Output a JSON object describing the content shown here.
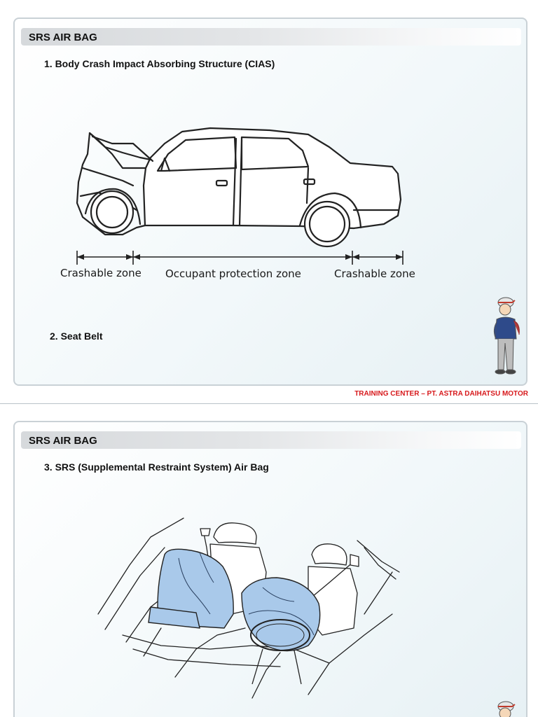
{
  "slides": [
    {
      "title": "SRS AIR BAG",
      "section_1": "1. Body Crash Impact Absorbing Structure (CIAS)",
      "zones": [
        "Crashable zone",
        "Occupant protection zone",
        "Crashable zone"
      ],
      "section_2": "2. Seat Belt",
      "footer": "TRAINING CENTER – PT. ASTRA DAIHATSU MOTOR"
    },
    {
      "title": "SRS AIR BAG",
      "section_3": "3. SRS (Supplemental Restraint System) Air Bag"
    }
  ],
  "icons": {
    "car": "car-crash-illustration-icon",
    "mascot": "mechanic-mascot-icon",
    "airbag": "airbag-deployment-illustration-icon"
  },
  "colors": {
    "footer": "#d7191c",
    "airbag": "#a9c9ea",
    "frame": "#c9d1d6"
  }
}
